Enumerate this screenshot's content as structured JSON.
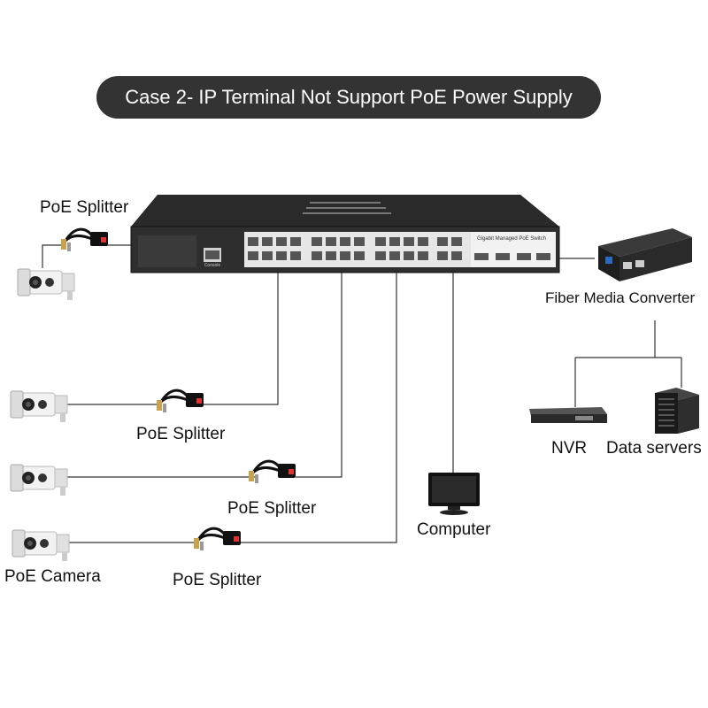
{
  "title": "Case 2- IP Terminal Not Support PoE Power Supply",
  "labels": {
    "splitter_top": "PoE Splitter",
    "splitter_1": "PoE Splitter",
    "splitter_2": "PoE Splitter",
    "splitter_3": "PoE Splitter",
    "poe_camera": "PoE Camera",
    "computer": "Computer",
    "fiber_media_converter": "Fiber Media Converter",
    "nvr": "NVR",
    "data_servers": "Data servers"
  },
  "switch_text": {
    "model_label": "Gigabit Managed PoE Switch",
    "console_label": "Console"
  },
  "colors": {
    "banner_bg": "#333333",
    "device_dark": "#2b2b2b",
    "line": "#333333",
    "camera_body": "#f0f0f0"
  },
  "icons": [
    "camera-icon",
    "poe-splitter-icon",
    "switch-icon",
    "monitor-icon",
    "media-converter-icon",
    "nvr-icon",
    "server-icon"
  ]
}
